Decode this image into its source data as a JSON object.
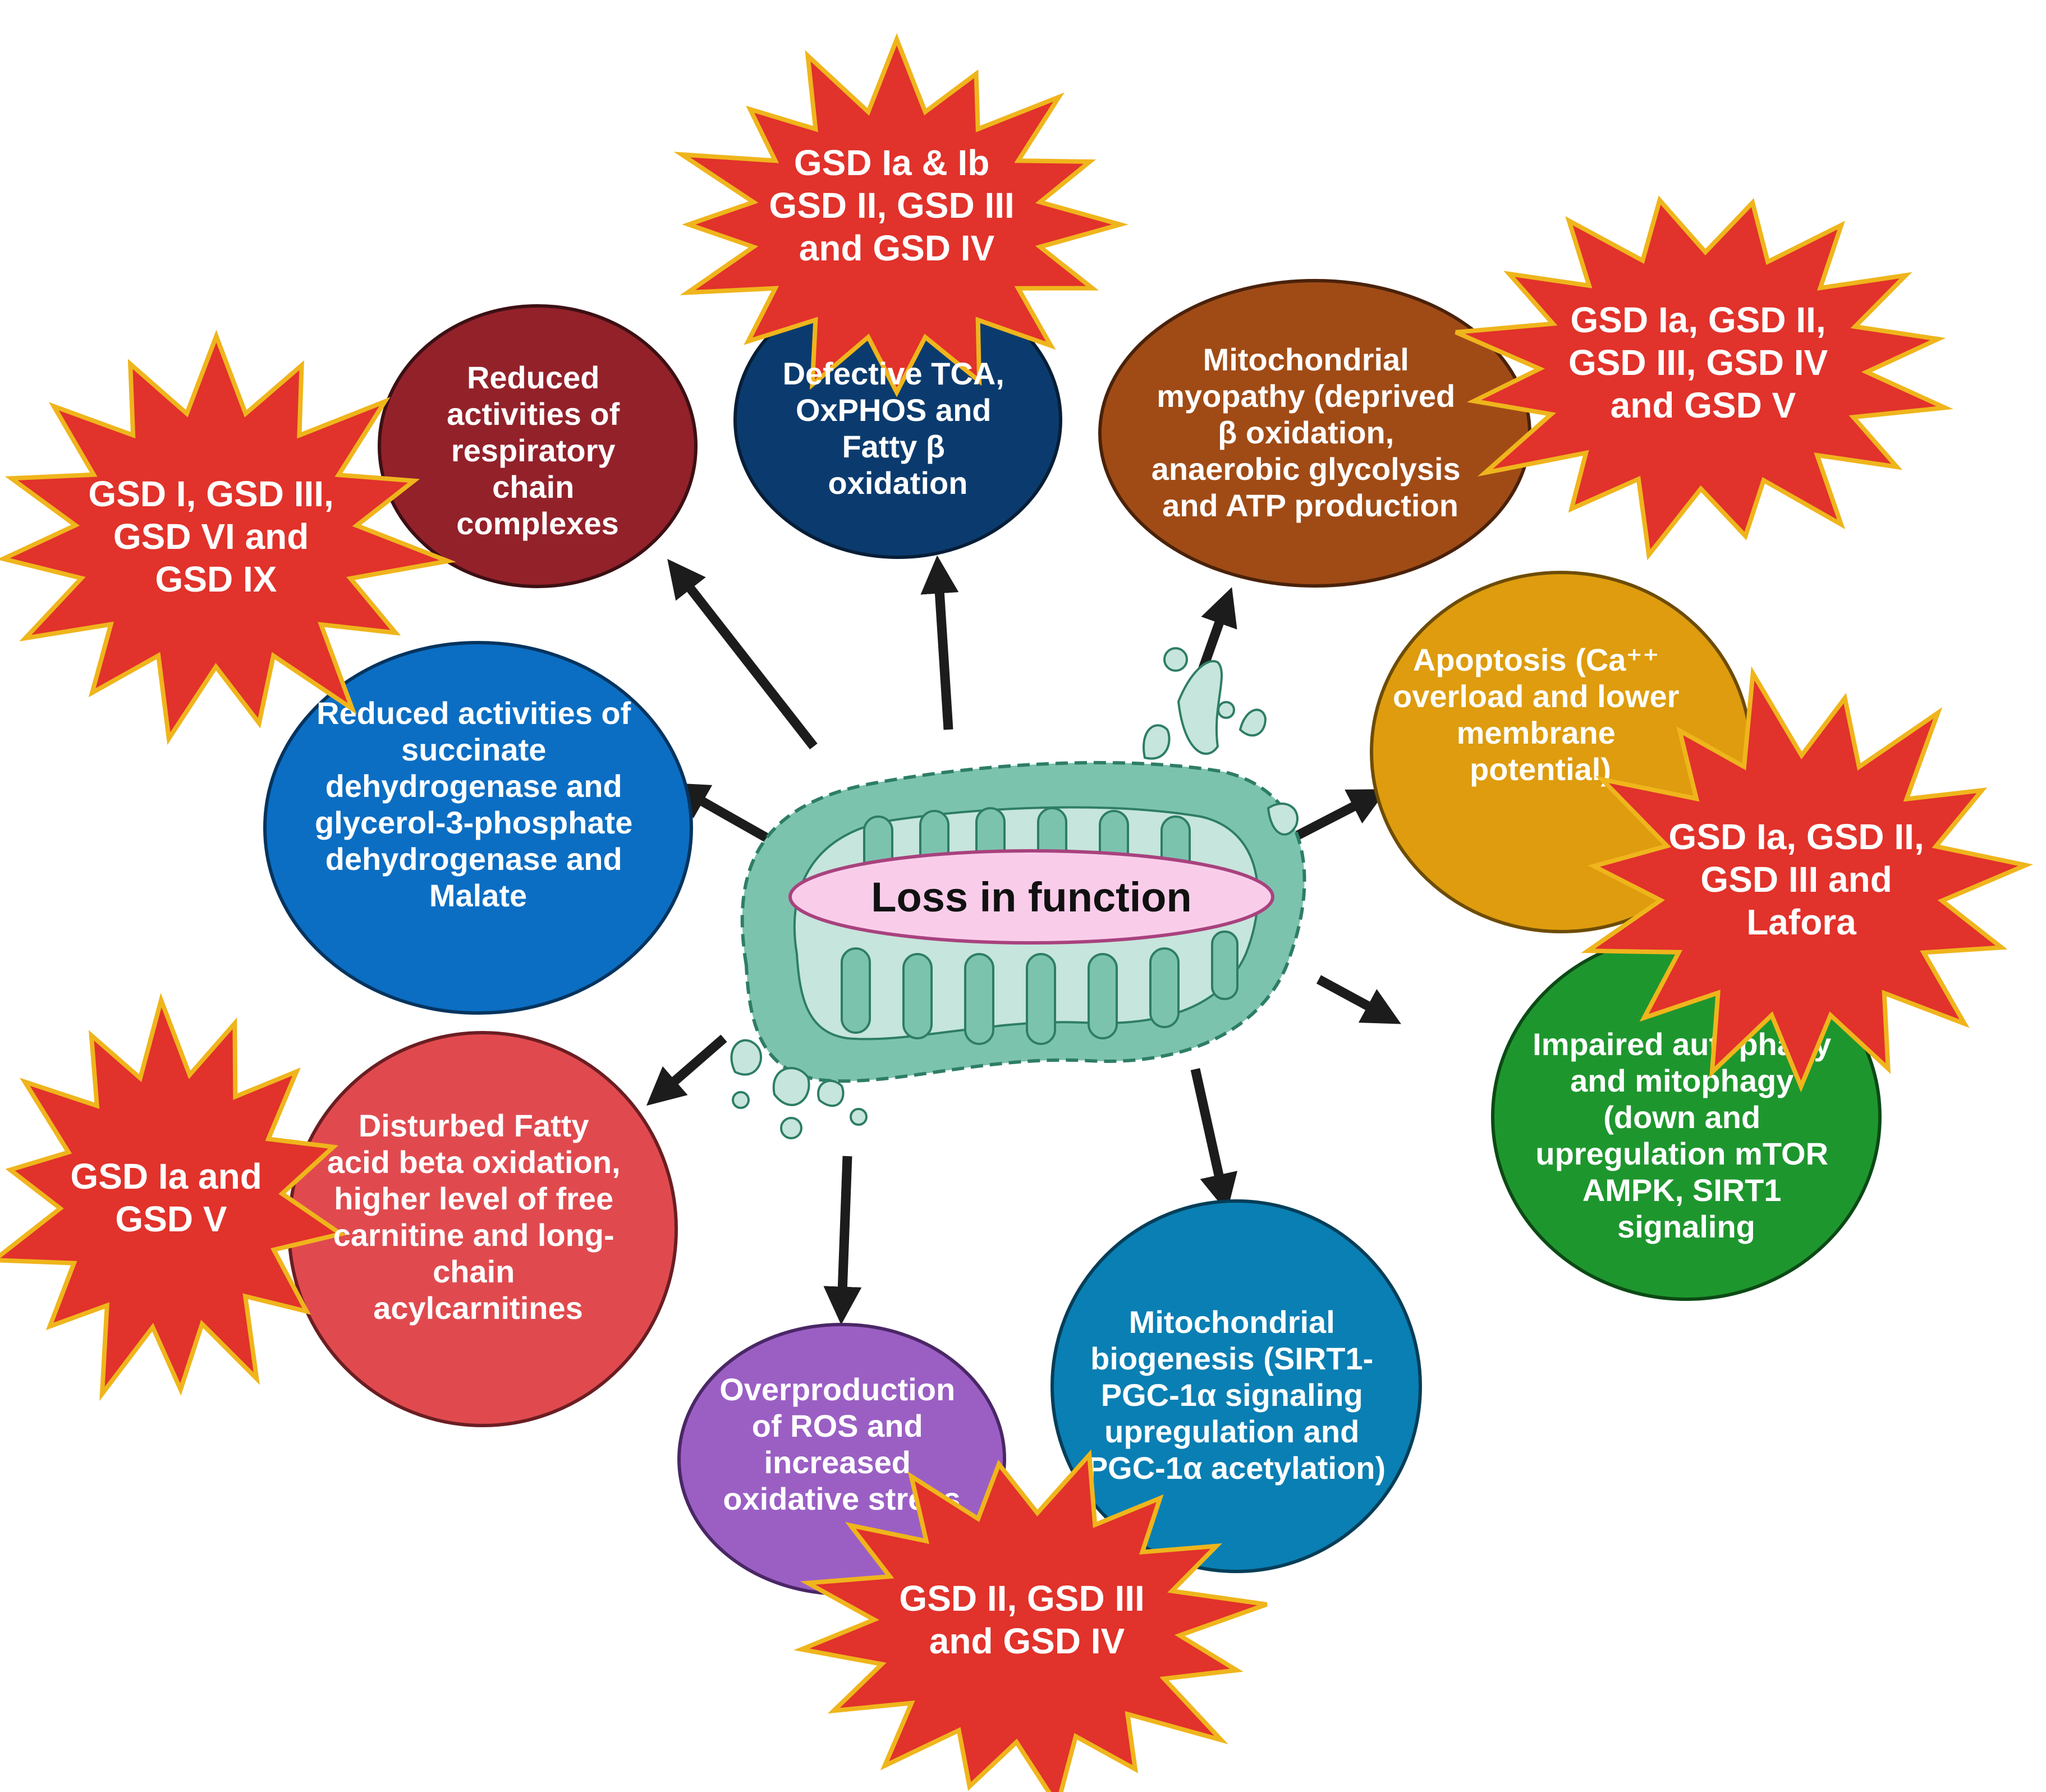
{
  "center": {
    "label": "Loss in function"
  },
  "nodes": [
    {
      "id": "respiratory",
      "lines": [
        "Reduced",
        "activities of",
        "respiratory",
        "chain",
        "complexes"
      ],
      "color": "#93212A"
    },
    {
      "id": "tca",
      "lines": [
        "Defective TCA,",
        "OxPHOS and",
        "Fatty β",
        "oxidation"
      ],
      "color": "#0B3B6E"
    },
    {
      "id": "myopathy",
      "lines": [
        "Mitochondrial",
        "myopathy (deprived",
        "β oxidation,",
        "anaerobic glycolysis",
        "and ATP production"
      ],
      "color": "#A04B16"
    },
    {
      "id": "apoptosis",
      "lines": [
        "Apoptosis (Ca⁺⁺",
        "overload and lower",
        "membrane",
        "potential)"
      ],
      "color": "#DE9C0E"
    },
    {
      "id": "autophagy",
      "lines": [
        "Impaired autophagy",
        "and mitophagy",
        "(down and",
        "upregulation mTOR",
        "AMPK, SIRT1",
        "signaling"
      ],
      "color": "#1E962E"
    },
    {
      "id": "biogenesis",
      "lines": [
        "Mitochondrial",
        "biogenesis (SIRT1-",
        "PGC-1α signaling",
        "upregulation and",
        "PGC-1α acetylation)"
      ],
      "color": "#0A7FB3"
    },
    {
      "id": "ros",
      "lines": [
        "Overproduction",
        "of ROS and",
        "increased",
        "oxidative stress"
      ],
      "color": "#9B5FC4"
    },
    {
      "id": "fatty",
      "lines": [
        "Disturbed Fatty",
        "acid beta oxidation,",
        "higher level of free",
        "carnitine and long-",
        "chain",
        "acylcarnitines"
      ],
      "color": "#E04A4F"
    },
    {
      "id": "succinate",
      "lines": [
        "Reduced activities of",
        "succinate",
        "dehydrogenase and",
        "glycerol-3-phosphate",
        "dehydrogenase and",
        "Malate"
      ],
      "color": "#0B6EC3"
    }
  ],
  "bursts": [
    {
      "id": "tca",
      "lines": [
        "GSD Ia & Ib",
        "GSD II, GSD III",
        "and GSD IV"
      ]
    },
    {
      "id": "myopathy",
      "lines": [
        "GSD Ia, GSD II,",
        "GSD III, GSD IV",
        "and GSD V"
      ]
    },
    {
      "id": "respiratory",
      "lines": [
        "GSD I, GSD III,",
        "GSD VI and",
        "GSD IX"
      ]
    },
    {
      "id": "apoptosis",
      "lines": [
        "GSD Ia, GSD II,",
        "GSD III and",
        "Lafora"
      ]
    },
    {
      "id": "fatty",
      "lines": [
        "GSD Ia and",
        "GSD V"
      ]
    },
    {
      "id": "ros",
      "lines": [
        "GSD II, GSD III",
        "and GSD IV"
      ]
    }
  ],
  "colors": {
    "burst_fill": "#E1322B",
    "burst_stroke": "#EFB51C",
    "mito_outer": "#7CC3AE",
    "mito_inner": "#C6E5DC",
    "mito_stroke": "#2E7D66",
    "pill_fill": "#F9CDEA",
    "pill_stroke": "#A8427E",
    "arrow": "#1C1C1C"
  }
}
